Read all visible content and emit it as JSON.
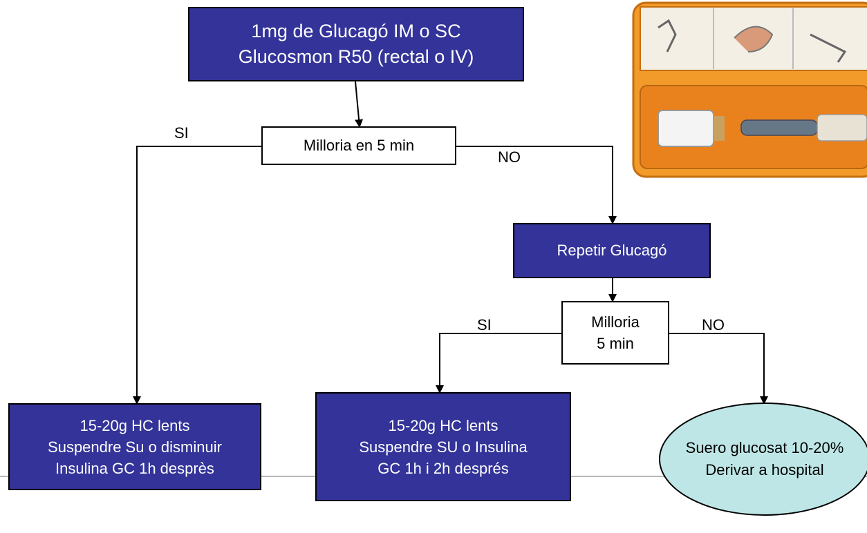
{
  "colors": {
    "box_dark": "#333399",
    "box_light": "#ffffff",
    "ellipse_fill": "#bfe6e6",
    "line": "#000000",
    "kit_case": "#f29a2a"
  },
  "nodes": {
    "start": "1mg de Glucagó IM o SC\nGlucosmon R50 (rectal o IV)",
    "check1": "Milloria en 5 min",
    "repeat": "Repetir Glucagó",
    "check2": "Milloria\n5 min",
    "left_outcome": "15-20g HC lents\nSuspendre Su o disminuir\nInsulina GC 1h desprès",
    "mid_outcome": "15-20g HC lents\nSuspendre SU o Insulina\nGC 1h i 2h després",
    "hospital": "Suero glucosat 10-20%\nDerivar a hospital"
  },
  "edge_labels": {
    "si_1": "SI",
    "no_1": "NO",
    "si_2": "SI",
    "no_2": "NO"
  },
  "images": {
    "kit_photo": "glucagon-kit-photo"
  }
}
